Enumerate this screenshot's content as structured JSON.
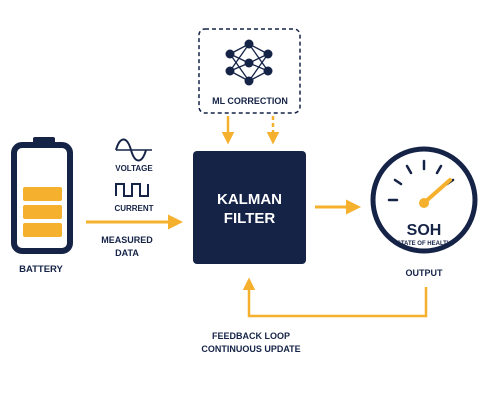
{
  "colors": {
    "navy": "#152347",
    "accent": "#f5b02e",
    "background": "#ffffff"
  },
  "battery": {
    "label": "BATTERY",
    "icon": "battery-icon"
  },
  "signals": {
    "voltage_label": "VOLTAGE",
    "current_label": "CURRENT",
    "voltage_icon": "sine-wave-icon",
    "current_icon": "square-wave-icon"
  },
  "measured": {
    "line1": "MEASURED",
    "line2": "DATA"
  },
  "ml_correction": {
    "label": "ML CORRECTION",
    "icon": "neural-network-icon"
  },
  "kalman": {
    "line1": "KALMAN",
    "line2": "FILTER"
  },
  "gauge": {
    "title": "SOH",
    "subtitle": "STATE OF HEALTH",
    "icon": "gauge-icon"
  },
  "output": {
    "label": "OUTPUT"
  },
  "feedback": {
    "line1": "FEEDBACK LOOP",
    "line2": "CONTINUOUS UPDATE"
  }
}
